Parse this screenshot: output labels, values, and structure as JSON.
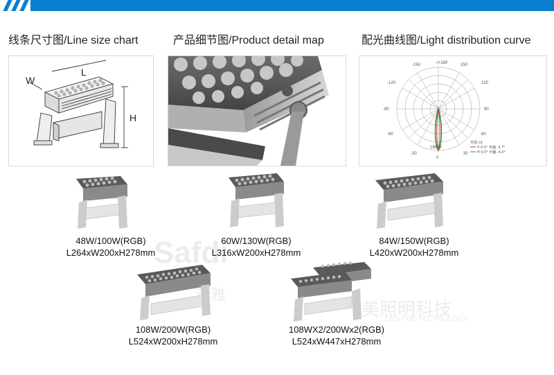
{
  "sections": {
    "line_size": {
      "title": "线条尺寸图/Line size chart",
      "labels": {
        "w": "W",
        "l": "L",
        "h": "H"
      }
    },
    "product_detail": {
      "title": "产品细节图/Product detail map"
    },
    "light_distribution": {
      "title": "配光曲线图/Light distribution curve",
      "angle_labels": [
        "-150",
        "-/+180",
        "150",
        "-120",
        "120",
        "-90",
        "90",
        "-60",
        "60",
        "-30",
        "0",
        "30"
      ],
      "units": "光强  cd",
      "scale_value": "18655",
      "legend": [
        "V 0.0°  平面, 4.7°",
        "H 0.0°  平面, 4.0°"
      ]
    }
  },
  "products": [
    {
      "power": "48W/100W(RGB)",
      "size": "L264xW200xH278mm"
    },
    {
      "power": "60W/130W(RGB)",
      "size": "L316xW200xH278mm"
    },
    {
      "power": "84W/150W(RGB)",
      "size": "L420xW200xH278mm"
    },
    {
      "power": "108W/200W(RGB)",
      "size": "L524xW200xH278mm"
    },
    {
      "power": "108WX2/200Wx2(RGB)",
      "size": "L524xW447xH278mm"
    }
  ],
  "watermark": {
    "brand": "Safdi",
    "cn_a": "诗雅",
    "cn_b": "美照明科技",
    "en": "LIGHTING TECHNOLOGY"
  },
  "colors": {
    "accent": "#0a7fd0",
    "curve_v": "#c0392b",
    "curve_h": "#2e8b3a"
  }
}
